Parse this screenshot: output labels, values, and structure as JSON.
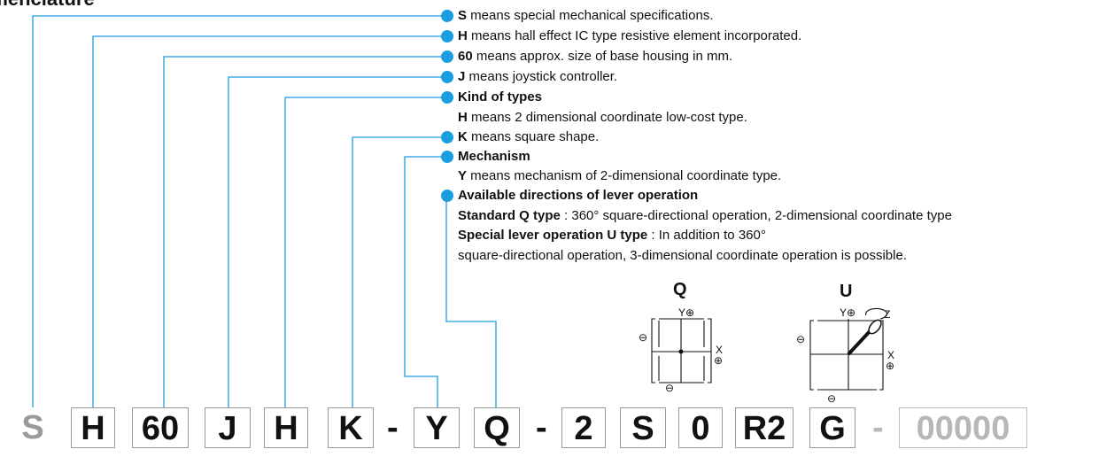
{
  "title": "Nomenclature",
  "colors": {
    "accent": "#1a9ee0",
    "box_border": "#999999",
    "grey_text": "#9a9a9a"
  },
  "items": [
    {
      "key": "S",
      "text": " means special mechanical specifications."
    },
    {
      "key": "H",
      "text": " means hall effect IC type resistive element incorporated."
    },
    {
      "key": "60",
      "text": " means approx. size of base housing in mm."
    },
    {
      "key": "J",
      "text": " means joystick controller."
    },
    {
      "key": "Kind of types",
      "text": "",
      "sub": [
        {
          "key": "H",
          "text": " means 2 dimensional coordinate low-cost type."
        }
      ]
    },
    {
      "key": "K",
      "text": " means square shape."
    },
    {
      "key": "Mechanism",
      "text": "",
      "sub": [
        {
          "key": "Y",
          "text": " means mechanism of 2-dimensional coordinate type."
        }
      ]
    },
    {
      "key": "Available directions of lever operation",
      "text": "",
      "sub": [
        {
          "key": "Standard  Q type",
          "text": " : 360° square-directional operation, 2-dimensional coordinate type"
        },
        {
          "key": "Special lever operation U type",
          "text": " : In addition to 360°"
        },
        {
          "key": "",
          "text": "square-directional operation, 3-dimensional coordinate operation  is possible."
        }
      ]
    }
  ],
  "code": [
    "S",
    "H",
    "60",
    "J",
    "H",
    "K",
    "-",
    "Y",
    "Q",
    "-",
    "2",
    "S",
    "0",
    "R2",
    "G",
    "-",
    "00000"
  ],
  "diagrams": {
    "q": {
      "label": "Q",
      "y": "Y⊕",
      "x": "X",
      "xplus": "⊕",
      "minus_left": "⊖",
      "minus_bottom": "⊖"
    },
    "u": {
      "label": "U",
      "y": "Y⊕",
      "z": "Z",
      "x": "X",
      "xplus": "⊕",
      "minus_left": "⊖",
      "minus_bottom": "⊖"
    }
  }
}
